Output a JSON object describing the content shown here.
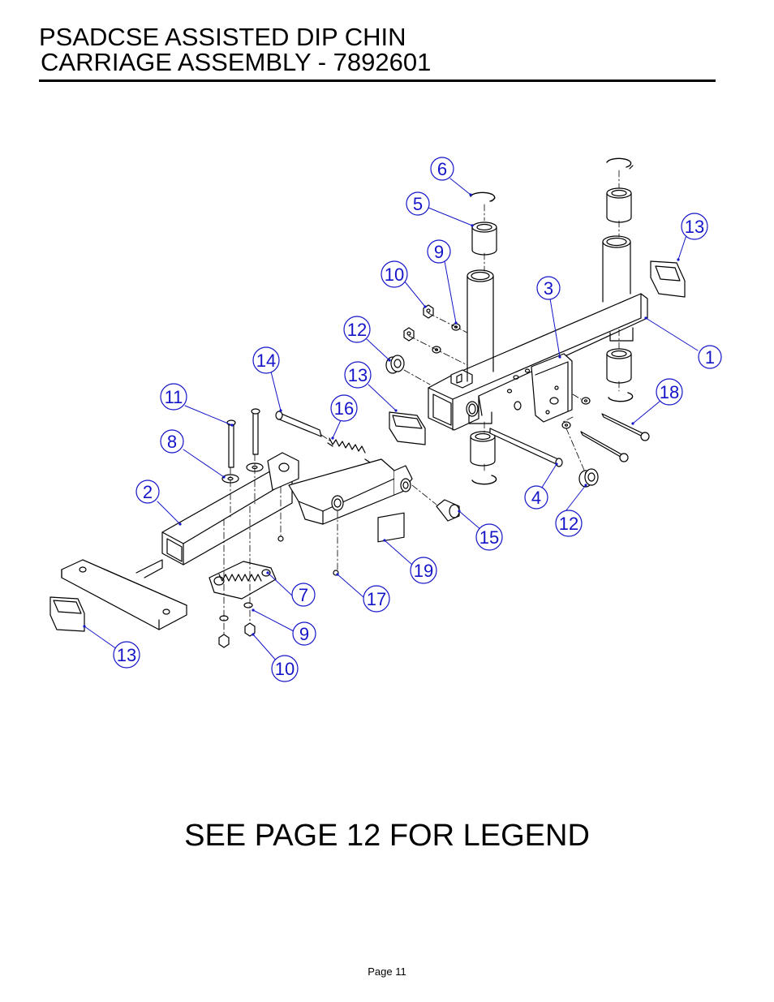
{
  "header": {
    "title_line1": "PSADCSE ASSISTED DIP CHIN",
    "title_line2": "CARRIAGE ASSEMBLY - 7892601"
  },
  "diagram": {
    "callouts": [
      {
        "id": "c6",
        "label": "6"
      },
      {
        "id": "c5",
        "label": "5"
      },
      {
        "id": "c9a",
        "label": "9"
      },
      {
        "id": "c10a",
        "label": "10"
      },
      {
        "id": "c3",
        "label": "3"
      },
      {
        "id": "c13a",
        "label": "13"
      },
      {
        "id": "c1",
        "label": "1"
      },
      {
        "id": "c12a",
        "label": "12"
      },
      {
        "id": "c13b",
        "label": "13"
      },
      {
        "id": "c14",
        "label": "14"
      },
      {
        "id": "c18",
        "label": "18"
      },
      {
        "id": "c11",
        "label": "11"
      },
      {
        "id": "c16",
        "label": "16"
      },
      {
        "id": "c8",
        "label": "8"
      },
      {
        "id": "c2",
        "label": "2"
      },
      {
        "id": "c4",
        "label": "4"
      },
      {
        "id": "c12b",
        "label": "12"
      },
      {
        "id": "c15",
        "label": "15"
      },
      {
        "id": "c19",
        "label": "19"
      },
      {
        "id": "c7",
        "label": "7"
      },
      {
        "id": "c17",
        "label": "17"
      },
      {
        "id": "c9b",
        "label": "9"
      },
      {
        "id": "c13c",
        "label": "13"
      },
      {
        "id": "c10b",
        "label": "10"
      }
    ],
    "callout_color": "#1414c8"
  },
  "footer": {
    "legend_note": "SEE PAGE 12 FOR LEGEND",
    "page_label": "Page 11"
  }
}
